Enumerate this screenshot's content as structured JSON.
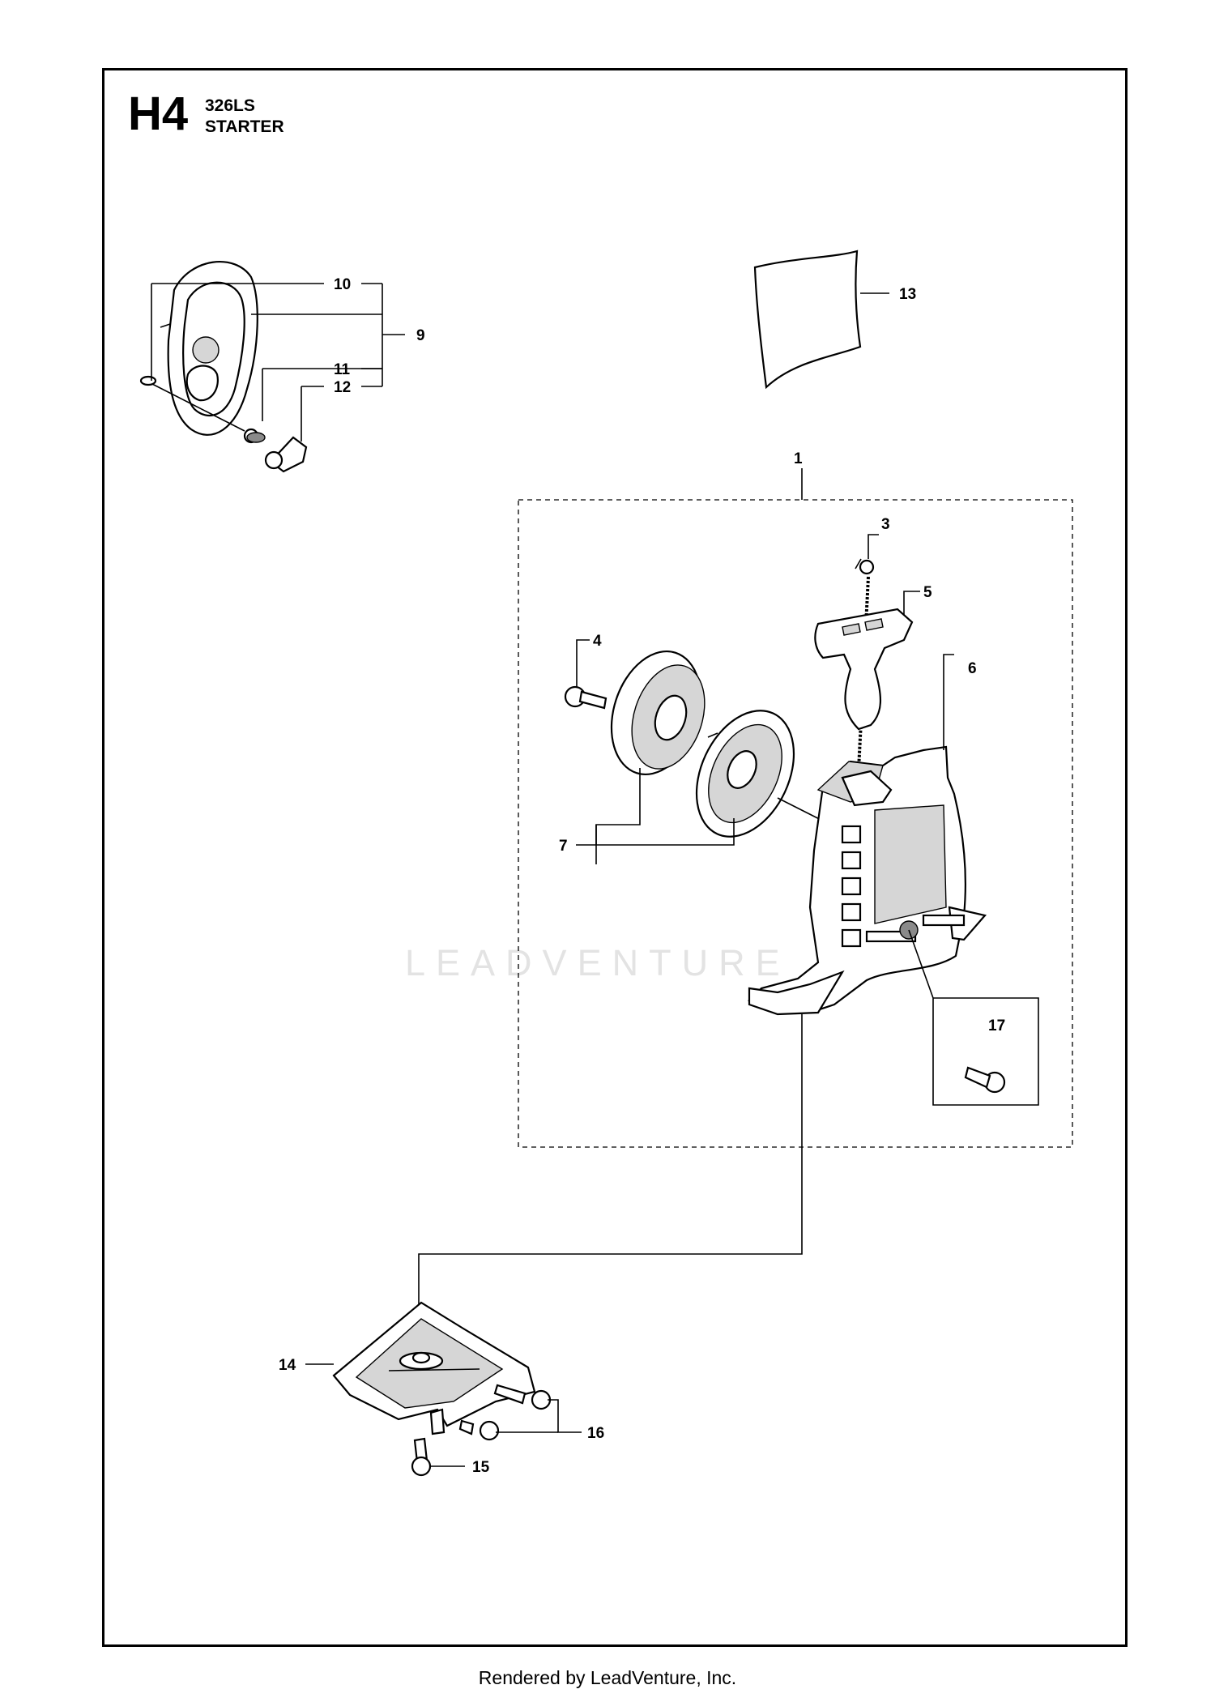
{
  "header": {
    "section_code": "H4",
    "model": "326LS",
    "title": "STARTER"
  },
  "watermark": {
    "text": "LEADVENTURE",
    "color": "#e3e3e3"
  },
  "footer": {
    "text": "Rendered by LeadVenture, Inc."
  },
  "callouts": [
    {
      "number": "1"
    },
    {
      "number": "3"
    },
    {
      "number": "4"
    },
    {
      "number": "5"
    },
    {
      "number": "6"
    },
    {
      "number": "7"
    },
    {
      "number": "9"
    },
    {
      "number": "10"
    },
    {
      "number": "11"
    },
    {
      "number": "12"
    },
    {
      "number": "13"
    },
    {
      "number": "14"
    },
    {
      "number": "15"
    },
    {
      "number": "16"
    },
    {
      "number": "17"
    }
  ],
  "colors": {
    "ink": "#000000",
    "part_shade": "#d6d6d6",
    "background": "#ffffff"
  }
}
